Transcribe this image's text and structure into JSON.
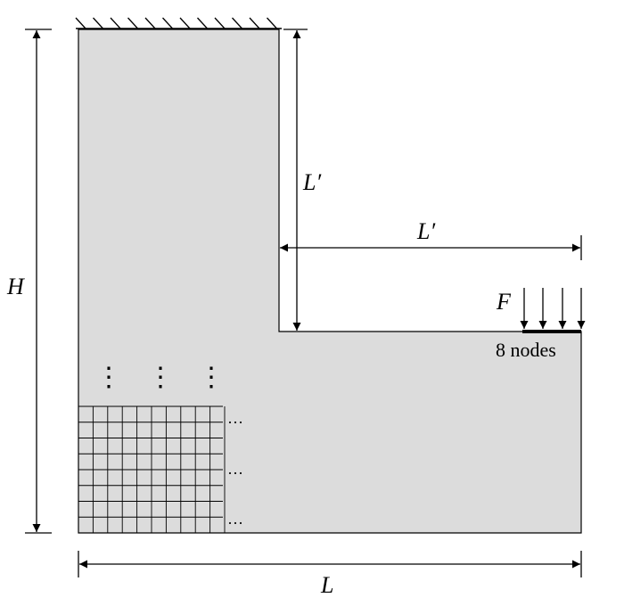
{
  "labels": {
    "height": "H",
    "length": "L",
    "arm_vertical": "L′",
    "arm_horizontal": "L′",
    "force": "F",
    "nodes": "8 nodes"
  },
  "mesh": {
    "ellipsis_h": "···",
    "ellipsis_v": "⋮"
  },
  "colors": {
    "domain_fill": "#dcdcdc",
    "line": "#000000"
  }
}
